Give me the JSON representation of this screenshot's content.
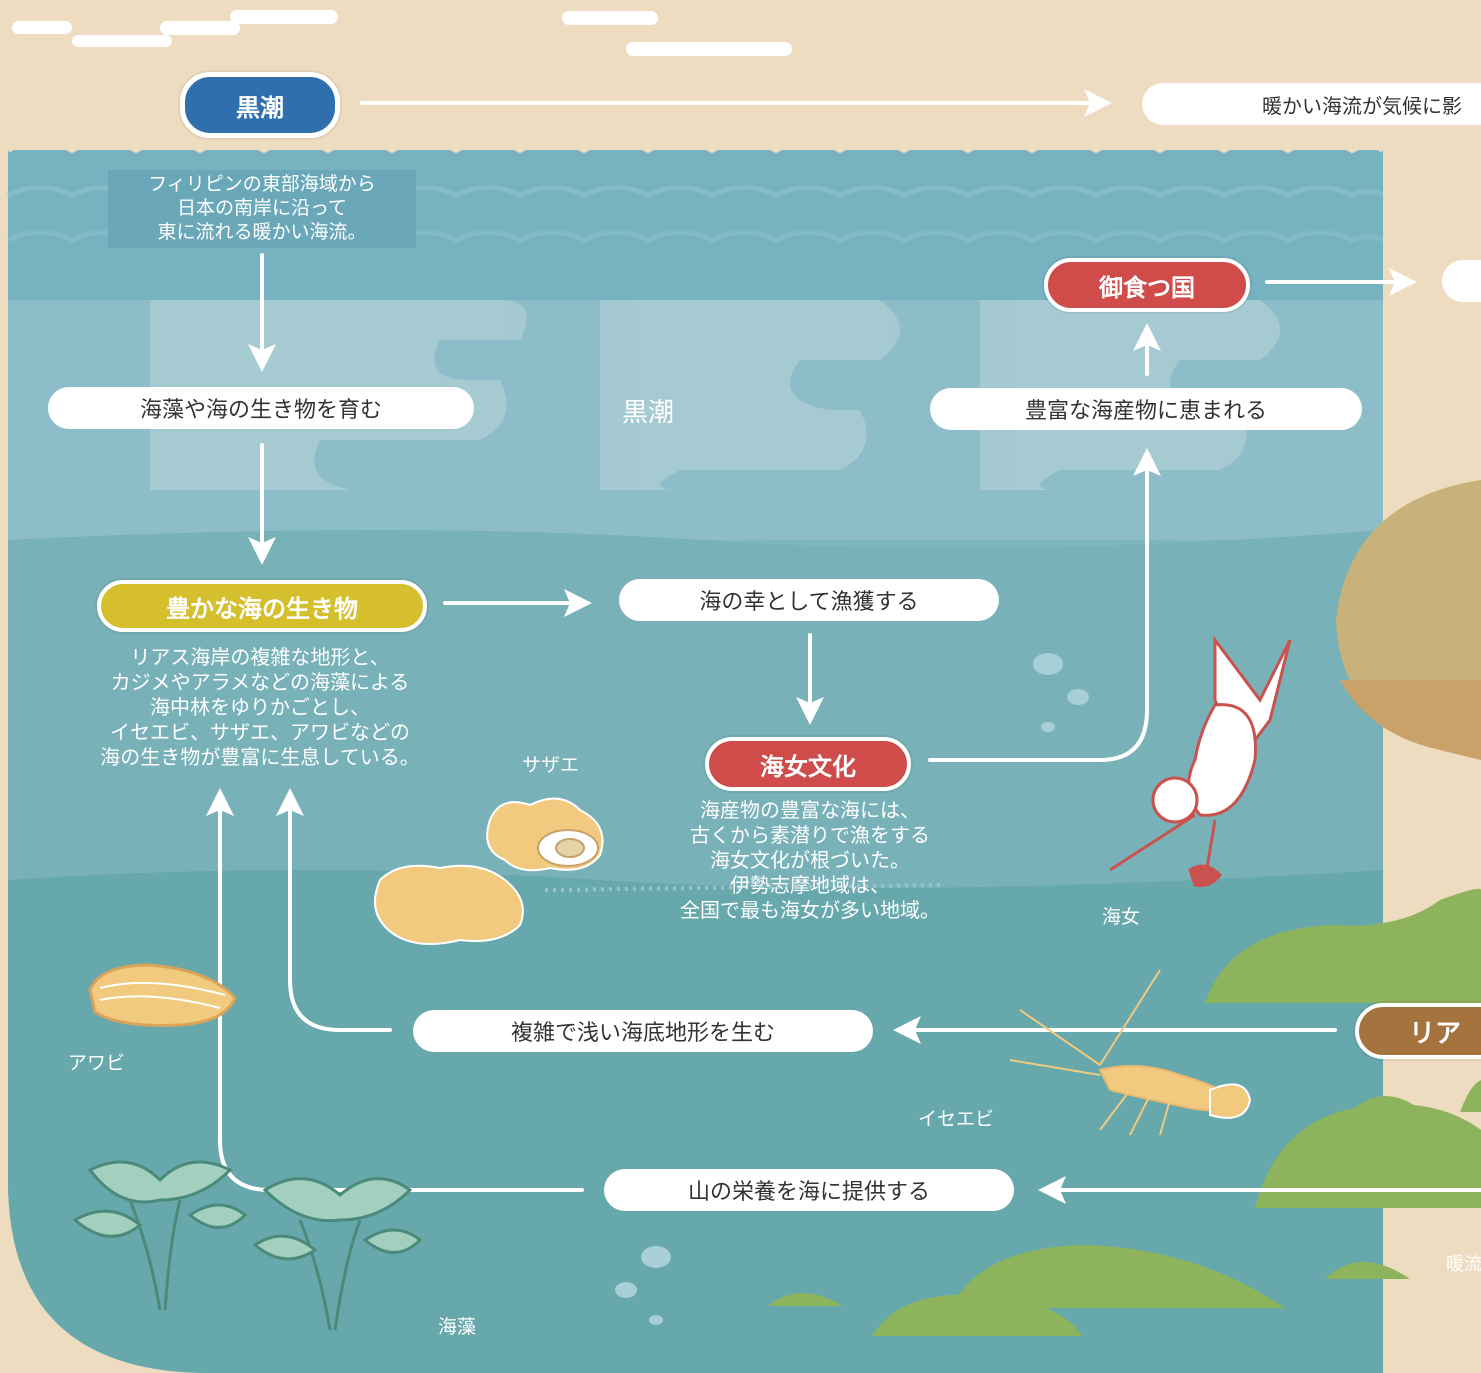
{
  "colors": {
    "sand": "#eddcbf",
    "sea_top": "#76b2c0",
    "sea_mid": "#7fb7c1",
    "sea_deep": "#66a8ab",
    "kuroshio_tag": "#2f6fae",
    "red_tag": "#cf4c4a",
    "yellow_tag": "#d5bf2d",
    "brown_tag": "#a5733e",
    "hill_green": "#8db45c"
  },
  "top": {
    "kuroshio_tag": "黒潮",
    "note": "暖かい海流が気候に影"
  },
  "kuroshio": {
    "description": "フィリピンの東部海域から\n日本の南岸に沿って\n東に流れる暖かい海流。",
    "watermark": "黒潮"
  },
  "nodes": {
    "nurture": "海藻や海の生き物を育む",
    "rich_life_tag": "豊かな海の生き物",
    "rich_life_desc": "リアス海岸の複雑な地形と、\nカジメやアラメなどの海藻による\n海中林をゆりかごとし、\nイセエビ、サザエ、アワビなどの\n海の生き物が豊富に生息している。",
    "fishing": "海の幸として漁獲する",
    "ama_tag": "海女文化",
    "ama_desc": "海産物の豊富な海には、\n古くから素潜りで漁をする\n海女文化が根づいた。\n伊勢志摩地域は、\n全国で最も海女が多い地域。",
    "blessed": "豊富な海産物に恵まれる",
    "miketsukuni_tag": "御食つ国",
    "seabed": "複雑で浅い海底地形を生む",
    "mountain": "山の栄養を海に提供する",
    "rias_tag": "リア",
    "right_note": "暖流"
  },
  "labels": {
    "sazae": "サザエ",
    "awabi": "アワビ",
    "iseebi": "イセエビ",
    "ama": "海女",
    "seaweed": "海藻"
  }
}
